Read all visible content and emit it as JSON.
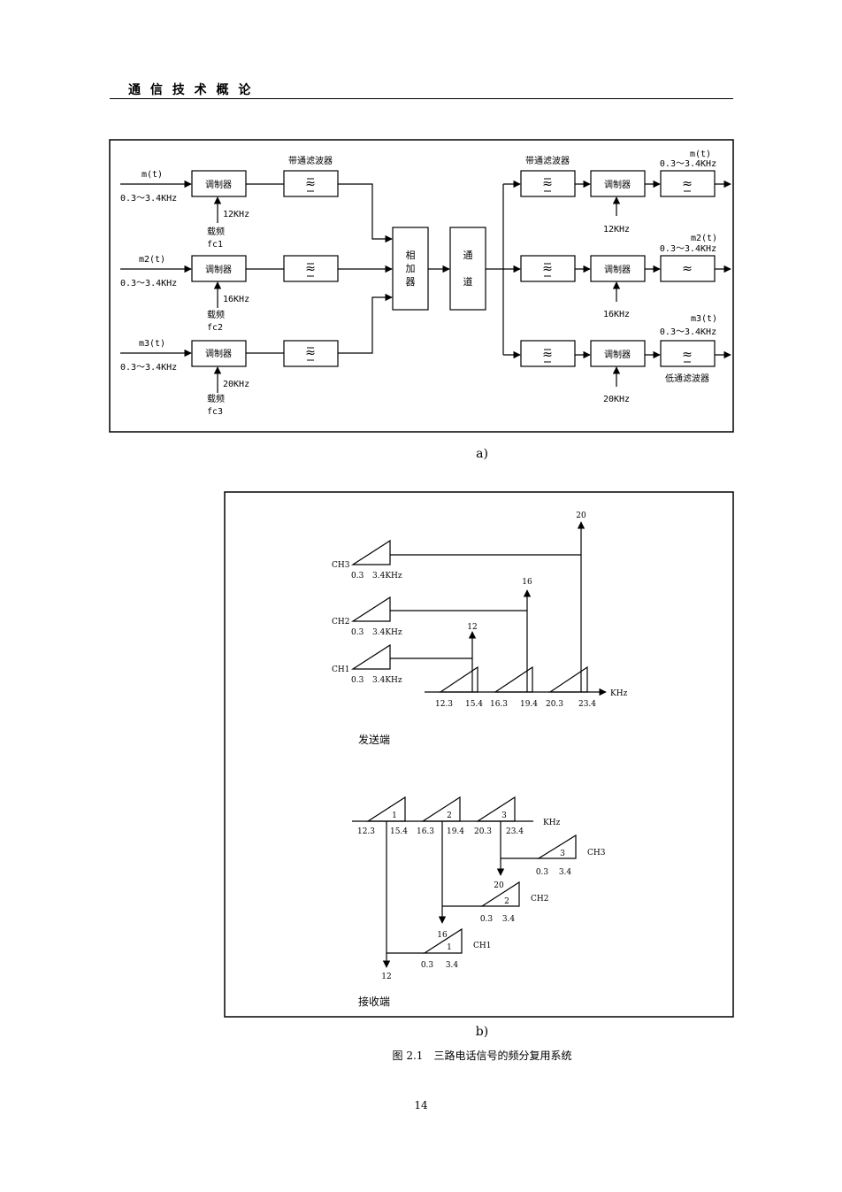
{
  "header": {
    "title": "通 信 技 术 概 论"
  },
  "figure_a": {
    "label": "a)",
    "inputs": [
      {
        "signal": "m(t)",
        "band": "0.3～3.4KHz",
        "carrier_freq": "12KHz",
        "carrier_label": "载频",
        "carrier_name": "fc1"
      },
      {
        "signal": "m2(t)",
        "band": "0.3～3.4KHz",
        "carrier_freq": "16KHz",
        "carrier_label": "载频",
        "carrier_name": "fc2"
      },
      {
        "signal": "m3(t)",
        "band": "0.3～3.4KHz",
        "carrier_freq": "20KHz",
        "carrier_label": "载频",
        "carrier_name": "fc3"
      }
    ],
    "modulator_label": "调制器",
    "bandpass_label": "带通滤波器",
    "filter_symbol": "≈",
    "adder_label": "相加器",
    "channel_label": "通道",
    "outputs": [
      {
        "signal": "m(t)",
        "band": "0.3～3.4KHz",
        "carrier_freq": "12KHz"
      },
      {
        "signal": "m2(t)",
        "band": "0.3～3.4KHz",
        "carrier_freq": "16KHz"
      },
      {
        "signal": "m3(t)",
        "band": "0.3～3.4KHz",
        "carrier_freq": "20KHz"
      }
    ],
    "lowpass_label": "低通滤波器"
  },
  "figure_b": {
    "label": "b)",
    "send": {
      "title": "发送端",
      "channels": [
        {
          "name": "CH3",
          "low": "0.3",
          "high": "3.4KHz"
        },
        {
          "name": "CH2",
          "low": "0.3",
          "high": "3.4KHz"
        },
        {
          "name": "CH1",
          "low": "0.3",
          "high": "3.4KHz"
        }
      ],
      "carriers": [
        "20",
        "16",
        "12"
      ],
      "axis_ticks": [
        "12.3",
        "15.4",
        "16.3",
        "19.4",
        "20.3",
        "23.4"
      ],
      "axis_unit": "KHz"
    },
    "receive": {
      "title": "接收端",
      "bands": [
        "1",
        "2",
        "3"
      ],
      "axis_ticks": [
        "12.3",
        "15.4",
        "16.3",
        "19.4",
        "20.3",
        "23.4"
      ],
      "axis_unit": "KHz",
      "channels": [
        {
          "name": "CH3",
          "num": "3",
          "low": "0.3",
          "high": "3.4",
          "carrier": "20"
        },
        {
          "name": "CH2",
          "num": "2",
          "low": "0.3",
          "high": "3.4",
          "carrier": "16"
        },
        {
          "name": "CH1",
          "num": "1",
          "low": "0.3",
          "high": "3.4",
          "carrier": "12"
        }
      ]
    }
  },
  "caption": "图 2.1　三路电话信号的频分复用系统",
  "page_number": "14"
}
